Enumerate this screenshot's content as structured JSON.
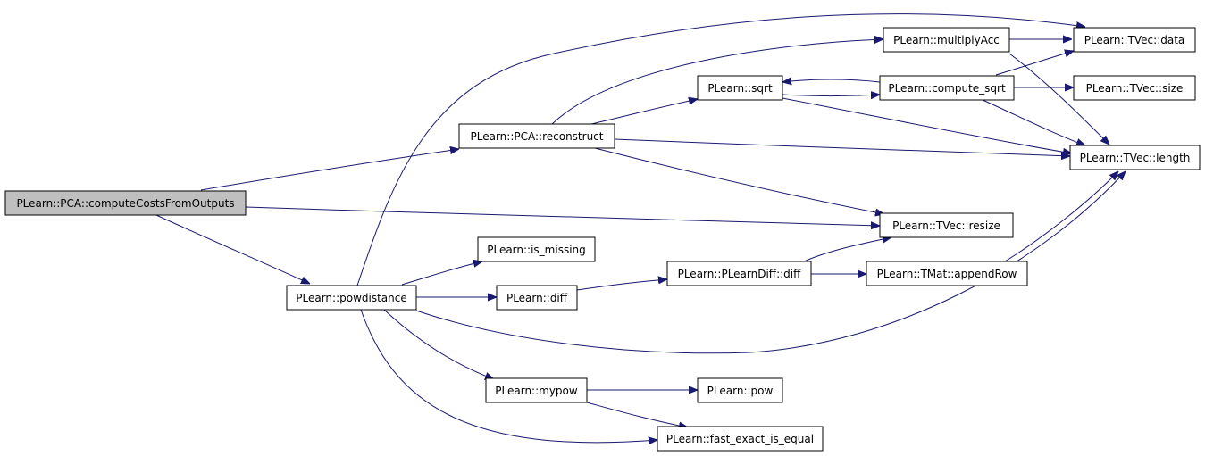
{
  "graph": {
    "edge_color": "#191970",
    "root_fill": "#bfbfbf",
    "node_fill": "#ffffff",
    "nodes": {
      "computeCostsFromOutputs": "PLearn::PCA::computeCostsFromOutputs",
      "reconstruct": "PLearn::PCA::reconstruct",
      "powdistance": "PLearn::powdistance",
      "multiplyAcc": "PLearn::multiplyAcc",
      "sqrt": "PLearn::sqrt",
      "compute_sqrt": "PLearn::compute_sqrt",
      "tvec_data": "PLearn::TVec::data",
      "tvec_size": "PLearn::TVec::size",
      "tvec_length": "PLearn::TVec::length",
      "tvec_resize": "PLearn::TVec::resize",
      "is_missing": "PLearn::is_missing",
      "diff": "PLearn::diff",
      "plearndiff_diff": "PLearn::PLearnDiff::diff",
      "appendRow": "PLearn::TMat::appendRow",
      "mypow": "PLearn::mypow",
      "pow": "PLearn::pow",
      "fast_exact_is_equal": "PLearn::fast_exact_is_equal"
    }
  }
}
